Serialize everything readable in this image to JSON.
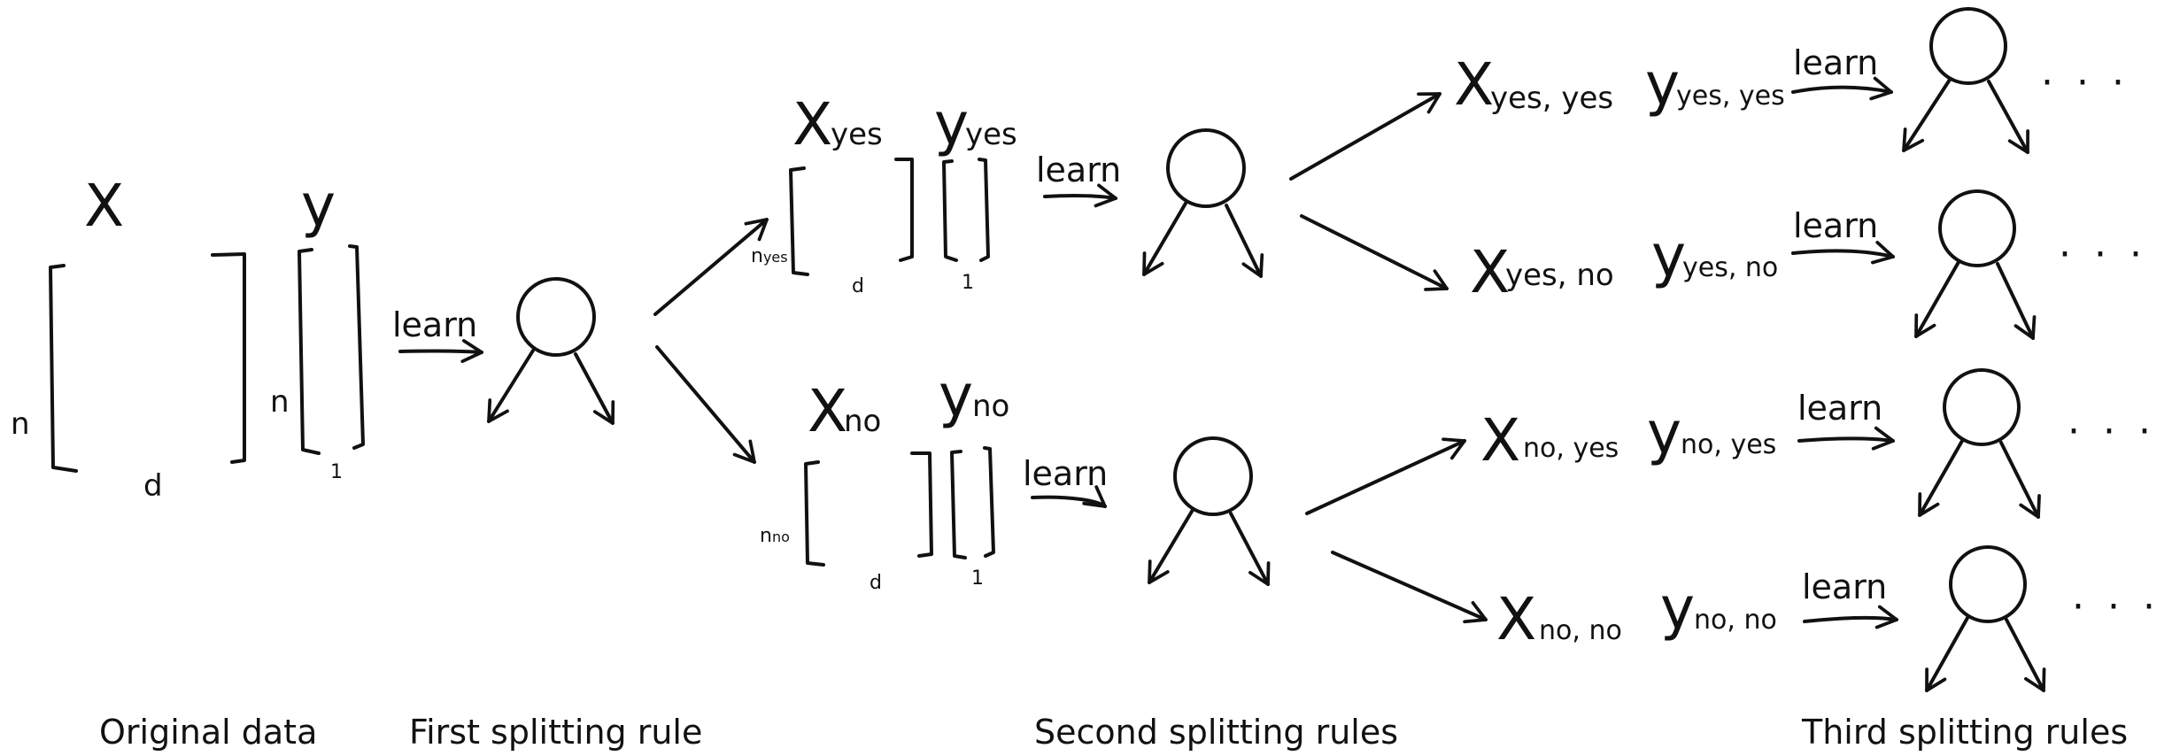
{
  "learn_label": "learn",
  "ellipsis": "· · ·",
  "stages": {
    "original": "Original data",
    "first": "First splitting rule",
    "second": "Second splitting rules",
    "third": "Third splitting rules"
  },
  "original": {
    "x": "X",
    "y": "y",
    "n_rows": "n",
    "n_rows_y": "n",
    "d_cols": "d",
    "one_col": "1"
  },
  "split_yes": {
    "x_main": "X",
    "x_sub": "yes",
    "y_main": "y",
    "y_sub": "yes",
    "n_rows": "n",
    "n_sub": "yes",
    "d_cols": "d",
    "one_col": "1"
  },
  "split_no": {
    "x_main": "X",
    "x_sub": "no",
    "y_main": "y",
    "y_sub": "no",
    "n_rows": "n",
    "n_sub": "no",
    "d_cols": "d",
    "one_col": "1"
  },
  "third": [
    {
      "x_main": "X",
      "x_sub": "yes, yes",
      "y_main": "y",
      "y_sub": "yes, yes"
    },
    {
      "x_main": "X",
      "x_sub": "yes, no",
      "y_main": "y",
      "y_sub": "yes, no"
    },
    {
      "x_main": "X",
      "x_sub": "no, yes",
      "y_main": "y",
      "y_sub": "no, yes"
    },
    {
      "x_main": "X",
      "x_sub": "no, no",
      "y_main": "y",
      "y_sub": "no, no"
    }
  ]
}
